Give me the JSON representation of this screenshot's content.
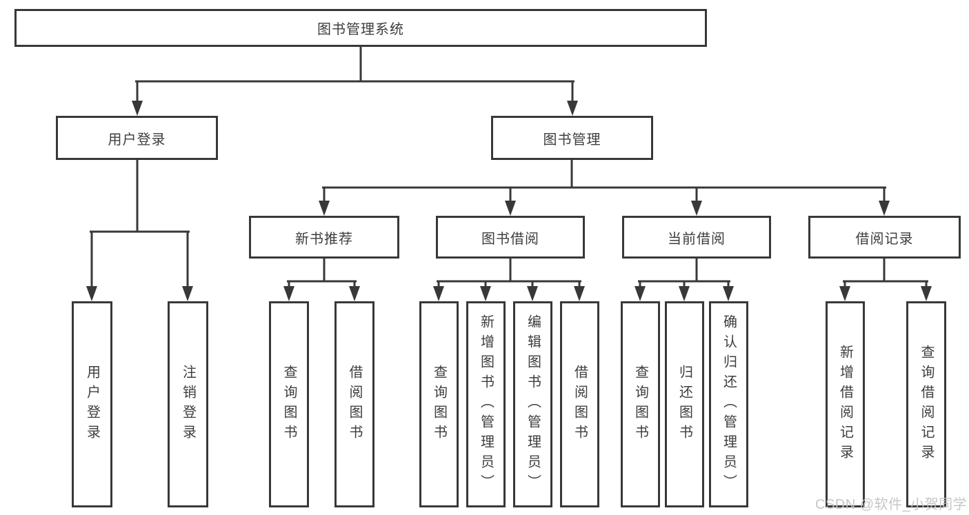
{
  "root": {
    "label": "图书管理系统"
  },
  "level2": {
    "user_login": {
      "label": "用户登录"
    },
    "book_management": {
      "label": "图书管理"
    }
  },
  "level3": {
    "new_book_recommend": {
      "label": "新书推荐"
    },
    "book_borrowing": {
      "label": "图书借阅"
    },
    "current_borrowing": {
      "label": "当前借阅"
    },
    "borrowing_records": {
      "label": "借阅记录"
    }
  },
  "level4": {
    "user_login_leaf": {
      "label": "用户登录"
    },
    "logout": {
      "label": "注销登录"
    },
    "query_books_recommend": {
      "label": "查询图书"
    },
    "borrow_books_recommend": {
      "label": "借阅图书"
    },
    "query_books_borrowing": {
      "label": "查询图书"
    },
    "add_books_admin": {
      "label": "新增图书（管理员）"
    },
    "edit_books_admin": {
      "label": "编辑图书（管理员）"
    },
    "borrow_books_borrowing": {
      "label": "借阅图书"
    },
    "query_books_current": {
      "label": "查询图书"
    },
    "return_books": {
      "label": "归还图书"
    },
    "confirm_return_admin": {
      "label": "确认归还（管理员）"
    },
    "add_borrow_record": {
      "label": "新增借阅记录"
    },
    "query_borrow_record": {
      "label": "查询借阅记录"
    }
  },
  "watermark": {
    "text": "CSDN @软件_小贺同学"
  },
  "colors": {
    "line": "#383838",
    "box_border": "#383838",
    "text": "#3d3d3d",
    "background": "#ffffff",
    "watermark": "#c3c3c5"
  }
}
